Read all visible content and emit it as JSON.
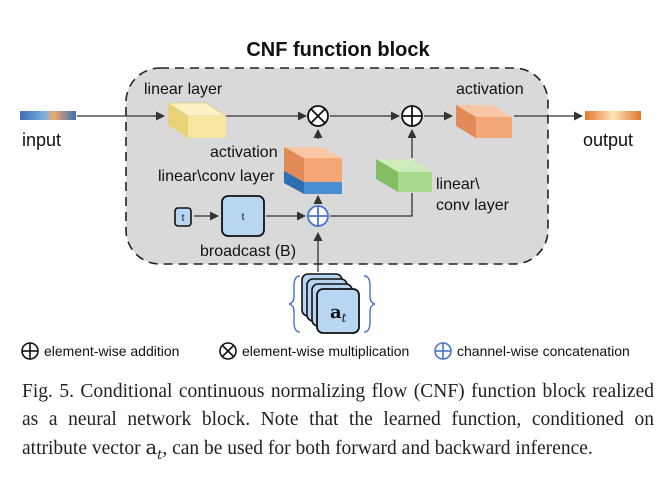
{
  "diagram": {
    "title": "CNF function block",
    "labels": {
      "input": "input",
      "output": "output",
      "linear_layer": "linear layer",
      "activation_top": "activation",
      "activation_mid": "activation",
      "linear_conv_layer": "linear\\conv layer",
      "linear_conv_right_1": "linear\\",
      "linear_conv_right_2": "conv layer",
      "t_small": "t",
      "t_box": "t",
      "broadcast": "broadcast (B)",
      "a_t_main": "a",
      "a_t_sub": "t"
    },
    "operators": {
      "multiply": "⊗",
      "add": "⊕",
      "concat": "⊕"
    }
  },
  "legend": [
    {
      "symbol": "⊕",
      "label": "element-wise addition"
    },
    {
      "symbol": "⊗",
      "label": "element-wise multiplication"
    },
    {
      "symbol": "⊕",
      "label": "channel-wise concatenation"
    }
  ],
  "caption": {
    "prefix": "Fig. 5.  Conditional continuous normalizing flow (CNF) function block realized as a neural network block. Note that the learned function, conditioned on attribute vector ",
    "math_main": "a",
    "math_sub": "t",
    "suffix": ", can be used for both forward and backward inference."
  },
  "colors": {
    "block_fill": "#d9d9d9",
    "linear_yellow": "#f6e7a0",
    "activation_orange": "#f4a777",
    "linear_green": "#a9d98c",
    "blue_layer": "#4a8fd6",
    "t_box_fill": "#b8d6f2",
    "concat_blue": "#4a74c9"
  }
}
